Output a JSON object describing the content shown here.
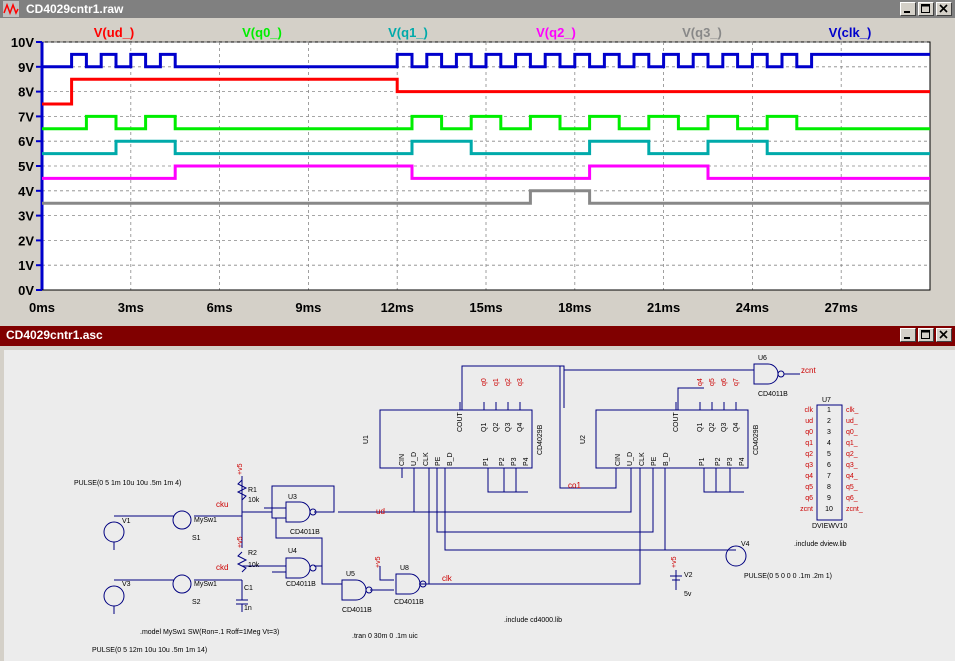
{
  "plot_window": {
    "title": "CD4029cntr1.raw",
    "buttons": {
      "minimize": "_",
      "maximize": "□",
      "close": "×"
    }
  },
  "schem_window": {
    "title": "CD4029cntr1.asc",
    "buttons": {
      "minimize": "_",
      "maximize": "□",
      "close": "×"
    }
  },
  "chart_data": {
    "type": "line",
    "xlabel": "",
    "ylabel": "",
    "x_ticks": [
      "0ms",
      "3ms",
      "6ms",
      "9ms",
      "12ms",
      "15ms",
      "18ms",
      "21ms",
      "24ms",
      "27ms"
    ],
    "y_ticks": [
      "0V",
      "1V",
      "2V",
      "3V",
      "4V",
      "5V",
      "6V",
      "7V",
      "8V",
      "9V",
      "10V"
    ],
    "xlim": [
      0,
      30
    ],
    "ylim": [
      0,
      10
    ],
    "grid": true,
    "legend_position": "top",
    "series": [
      {
        "name": "V(ud_)",
        "color": "#ff0000",
        "points": [
          [
            0,
            7.5
          ],
          [
            1,
            7.5
          ],
          [
            1,
            8.5
          ],
          [
            12,
            8.5
          ],
          [
            12,
            8.0
          ],
          [
            30,
            8.0
          ]
        ]
      },
      {
        "name": "V(q0_)",
        "color": "#00ee00",
        "points": [
          [
            0,
            6.5
          ],
          [
            1.5,
            6.5
          ],
          [
            1.5,
            7.0
          ],
          [
            2.5,
            7.0
          ],
          [
            2.5,
            6.5
          ],
          [
            3.5,
            6.5
          ],
          [
            3.5,
            7.0
          ],
          [
            4.5,
            7.0
          ],
          [
            4.5,
            6.5
          ],
          [
            12.5,
            6.5
          ],
          [
            12.5,
            7.0
          ],
          [
            13.5,
            7.0
          ],
          [
            13.5,
            6.5
          ],
          [
            14.5,
            6.5
          ],
          [
            14.5,
            7.0
          ],
          [
            15.5,
            7.0
          ],
          [
            15.5,
            6.5
          ],
          [
            16.5,
            6.5
          ],
          [
            16.5,
            7.0
          ],
          [
            17.5,
            7.0
          ],
          [
            17.5,
            6.5
          ],
          [
            18.5,
            6.5
          ],
          [
            18.5,
            7.0
          ],
          [
            19.5,
            7.0
          ],
          [
            19.5,
            6.5
          ],
          [
            20.5,
            6.5
          ],
          [
            20.5,
            7.0
          ],
          [
            21.5,
            7.0
          ],
          [
            21.5,
            6.5
          ],
          [
            22.5,
            6.5
          ],
          [
            22.5,
            7.0
          ],
          [
            23.5,
            7.0
          ],
          [
            23.5,
            6.5
          ],
          [
            24.5,
            6.5
          ],
          [
            24.5,
            7.0
          ],
          [
            25.5,
            7.0
          ],
          [
            25.5,
            6.5
          ],
          [
            30,
            6.5
          ]
        ]
      },
      {
        "name": "V(q1_)",
        "color": "#00aaaa",
        "points": [
          [
            0,
            5.5
          ],
          [
            2.5,
            5.5
          ],
          [
            2.5,
            6.0
          ],
          [
            4.5,
            6.0
          ],
          [
            4.5,
            5.5
          ],
          [
            12.5,
            5.5
          ],
          [
            12.5,
            6.0
          ],
          [
            14.5,
            6.0
          ],
          [
            14.5,
            5.5
          ],
          [
            18.5,
            5.5
          ],
          [
            18.5,
            6.0
          ],
          [
            20.5,
            6.0
          ],
          [
            20.5,
            5.5
          ],
          [
            22.5,
            5.5
          ],
          [
            22.5,
            6.0
          ],
          [
            24.5,
            6.0
          ],
          [
            24.5,
            5.5
          ],
          [
            30,
            5.5
          ]
        ]
      },
      {
        "name": "V(q2_)",
        "color": "#ff00ff",
        "points": [
          [
            0,
            4.5
          ],
          [
            4.5,
            4.5
          ],
          [
            4.5,
            5.0
          ],
          [
            12.5,
            5.0
          ],
          [
            12.5,
            4.5
          ],
          [
            18.5,
            4.5
          ],
          [
            18.5,
            5.0
          ],
          [
            22.5,
            5.0
          ],
          [
            22.5,
            4.5
          ],
          [
            30,
            4.5
          ]
        ]
      },
      {
        "name": "V(q3_)",
        "color": "#888888",
        "points": [
          [
            0,
            3.5
          ],
          [
            16.5,
            3.5
          ],
          [
            16.5,
            4.0
          ],
          [
            18.5,
            4.0
          ],
          [
            18.5,
            3.5
          ],
          [
            30,
            3.5
          ]
        ]
      },
      {
        "name": "V(clk_)",
        "color": "#0000cc",
        "points": [
          [
            0,
            9.0
          ],
          [
            1,
            9.0
          ],
          [
            1,
            9.5
          ],
          [
            1.5,
            9.5
          ],
          [
            1.5,
            9.0
          ],
          [
            2,
            9.0
          ],
          [
            2,
            9.5
          ],
          [
            2.5,
            9.5
          ],
          [
            2.5,
            9.0
          ],
          [
            3,
            9.0
          ],
          [
            3,
            9.5
          ],
          [
            3.5,
            9.5
          ],
          [
            3.5,
            9.0
          ],
          [
            4,
            9.0
          ],
          [
            4,
            9.5
          ],
          [
            4.5,
            9.5
          ],
          [
            4.5,
            9.0
          ],
          [
            12,
            9.0
          ],
          [
            12,
            9.5
          ],
          [
            12.5,
            9.5
          ],
          [
            12.5,
            9.0
          ],
          [
            13,
            9.0
          ],
          [
            13,
            9.5
          ],
          [
            13.5,
            9.5
          ],
          [
            13.5,
            9.0
          ],
          [
            14,
            9.0
          ],
          [
            14,
            9.5
          ],
          [
            14.5,
            9.5
          ],
          [
            14.5,
            9.0
          ],
          [
            15,
            9.0
          ],
          [
            15,
            9.5
          ],
          [
            15.5,
            9.5
          ],
          [
            15.5,
            9.0
          ],
          [
            16,
            9.0
          ],
          [
            16,
            9.5
          ],
          [
            16.5,
            9.5
          ],
          [
            16.5,
            9.0
          ],
          [
            17,
            9.0
          ],
          [
            17,
            9.5
          ],
          [
            17.5,
            9.5
          ],
          [
            17.5,
            9.0
          ],
          [
            18,
            9.0
          ],
          [
            18,
            9.5
          ],
          [
            18.5,
            9.5
          ],
          [
            18.5,
            9.0
          ],
          [
            19,
            9.0
          ],
          [
            19,
            9.5
          ],
          [
            19.5,
            9.5
          ],
          [
            19.5,
            9.0
          ],
          [
            20,
            9.0
          ],
          [
            20,
            9.5
          ],
          [
            20.5,
            9.5
          ],
          [
            20.5,
            9.0
          ],
          [
            21,
            9.0
          ],
          [
            21,
            9.5
          ],
          [
            21.5,
            9.5
          ],
          [
            21.5,
            9.0
          ],
          [
            22,
            9.0
          ],
          [
            22,
            9.5
          ],
          [
            22.5,
            9.5
          ],
          [
            22.5,
            9.0
          ],
          [
            23,
            9.0
          ],
          [
            23,
            9.5
          ],
          [
            23.5,
            9.5
          ],
          [
            23.5,
            9.0
          ],
          [
            24,
            9.0
          ],
          [
            24,
            9.5
          ],
          [
            24.5,
            9.5
          ],
          [
            24.5,
            9.0
          ],
          [
            25,
            9.0
          ],
          [
            25,
            9.5
          ],
          [
            25.5,
            9.5
          ],
          [
            25.5,
            9.0
          ],
          [
            26,
            9.0
          ],
          [
            26,
            9.5
          ],
          [
            30,
            9.5
          ]
        ]
      }
    ]
  },
  "schematic": {
    "u1": {
      "ref": "U1",
      "part": "CD4029B",
      "pins_top": [
        "COUT",
        "Q1",
        "Q2",
        "Q3",
        "Q4"
      ],
      "pins_bottom": [
        "CIN",
        "U_D",
        "CLK",
        "PE",
        "B_D",
        "P1",
        "P2",
        "P3",
        "P4"
      ],
      "q_labels": [
        "q0",
        "q1",
        "q2",
        "q3"
      ]
    },
    "u2": {
      "ref": "U2",
      "part": "CD4029B",
      "pins_top": [
        "COUT",
        "Q1",
        "Q2",
        "Q3",
        "Q4"
      ],
      "pins_bottom": [
        "CIN",
        "U_D",
        "CLK",
        "PE",
        "B_D",
        "P1",
        "P2",
        "P3",
        "P4"
      ],
      "q_labels": [
        "q4",
        "q5",
        "q6",
        "q7"
      ]
    },
    "u3": {
      "ref": "U3",
      "part": "CD4011B"
    },
    "u4": {
      "ref": "U4",
      "part": "CD4011B"
    },
    "u5": {
      "ref": "U5",
      "part": "CD4011B"
    },
    "u6": {
      "ref": "U6",
      "part": "CD4011B",
      "net": "zcnt"
    },
    "u8": {
      "ref": "U8",
      "part": "CD4011B"
    },
    "u7": {
      "ref": "U7",
      "part": "DVIEWV10",
      "left_labels": [
        "clk",
        "ud",
        "q0",
        "q1",
        "q2",
        "q3",
        "q4",
        "q5",
        "q6",
        "zcnt"
      ],
      "right_labels": [
        "clk_",
        "ud_",
        "q0_",
        "q1_",
        "q2_",
        "q3_",
        "q4_",
        "q5_",
        "q6_",
        "zcnt_"
      ],
      "pin_numbers": [
        "1",
        "2",
        "3",
        "4",
        "5",
        "6",
        "7",
        "8",
        "9",
        "10"
      ]
    },
    "r1": {
      "ref": "R1",
      "value": "10k"
    },
    "r2": {
      "ref": "R2",
      "value": "10k"
    },
    "c1": {
      "ref": "C1",
      "value": "1n"
    },
    "v1": {
      "ref": "V1",
      "pulse": "PULSE(0 5 1m 10u 10u .5m 1m 4)"
    },
    "v3": {
      "ref": "V3",
      "pulse": "PULSE(0 5 12m 10u 10u .5m 1m 14)"
    },
    "v4": {
      "ref": "V4",
      "pulse": "PULSE(0 5 0 0 0 .1m .2m 1)"
    },
    "v2": {
      "ref": "V2",
      "value": "5v"
    },
    "s1": {
      "ref": "S1",
      "model": "MySw1"
    },
    "s2": {
      "ref": "S2",
      "model": "MySw1"
    },
    "supply": "+v5",
    "nets": {
      "cku": "cku",
      "ckd": "ckd",
      "ud": "ud",
      "clk": "clk",
      "co1": "co1"
    },
    "directives": {
      "model": ".model MySw1  SW(Ron=.1 Roff=1Meg Vt=3)",
      "tran": ".tran 0 30m 0 .1m uic",
      "inc1": ".include cd4000.lib",
      "inc2": ".include dview.lib"
    }
  }
}
